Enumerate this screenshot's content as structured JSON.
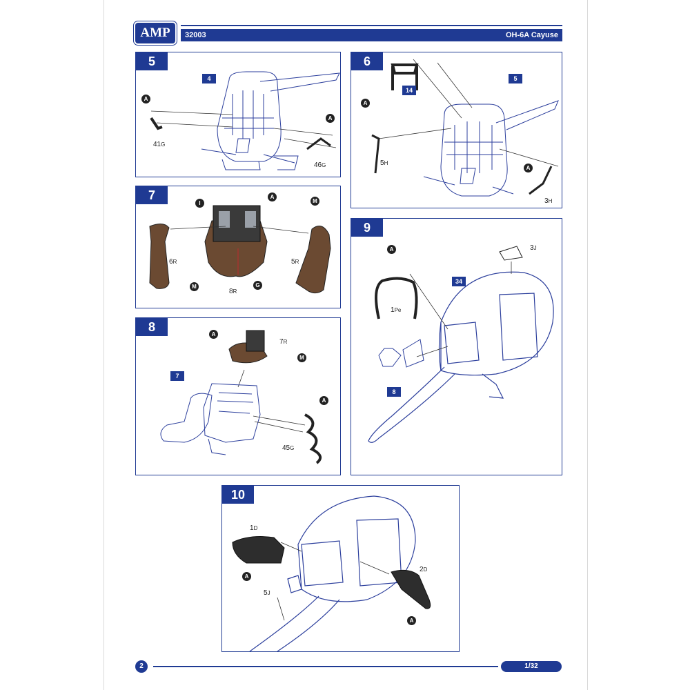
{
  "header": {
    "brand": "AMP",
    "kit_number": "32003",
    "kit_name": "OH-6A Cayuse"
  },
  "steps": [
    {
      "number": "5",
      "refs": [
        "4"
      ],
      "parts": [
        {
          "num": "41",
          "sprue": "G"
        },
        {
          "num": "46",
          "sprue": "G"
        }
      ],
      "callouts": [
        "A",
        "A"
      ]
    },
    {
      "number": "6",
      "refs": [
        "14",
        "5"
      ],
      "parts": [
        {
          "num": "5",
          "sprue": "H"
        },
        {
          "num": "3",
          "sprue": "H"
        }
      ],
      "callouts": [
        "A",
        "A"
      ]
    },
    {
      "number": "7",
      "refs": [],
      "parts": [
        {
          "num": "6",
          "sprue": "R"
        },
        {
          "num": "5",
          "sprue": "R"
        },
        {
          "num": "8",
          "sprue": "R"
        }
      ],
      "callouts": [
        "I",
        "A",
        "M",
        "M",
        "G"
      ]
    },
    {
      "number": "8",
      "refs": [
        "7"
      ],
      "parts": [
        {
          "num": "7",
          "sprue": "R"
        },
        {
          "num": "45",
          "sprue": "G"
        }
      ],
      "callouts": [
        "A",
        "M",
        "A"
      ]
    },
    {
      "number": "9",
      "refs": [
        "34",
        "8"
      ],
      "parts": [
        {
          "num": "3",
          "sprue": "J"
        },
        {
          "num": "1",
          "sprue": "Pe"
        }
      ],
      "callouts": [
        "A"
      ]
    },
    {
      "number": "10",
      "refs": [],
      "parts": [
        {
          "num": "1",
          "sprue": "D"
        },
        {
          "num": "2",
          "sprue": "D"
        },
        {
          "num": "5",
          "sprue": "J"
        }
      ],
      "callouts": [
        "A",
        "A"
      ]
    }
  ],
  "footer": {
    "page_number": "2",
    "scale": "1/32"
  },
  "colors": {
    "accent": "#1f3a93",
    "resin_brown": "#6b4a32",
    "line_art": "#2b3e9c"
  }
}
